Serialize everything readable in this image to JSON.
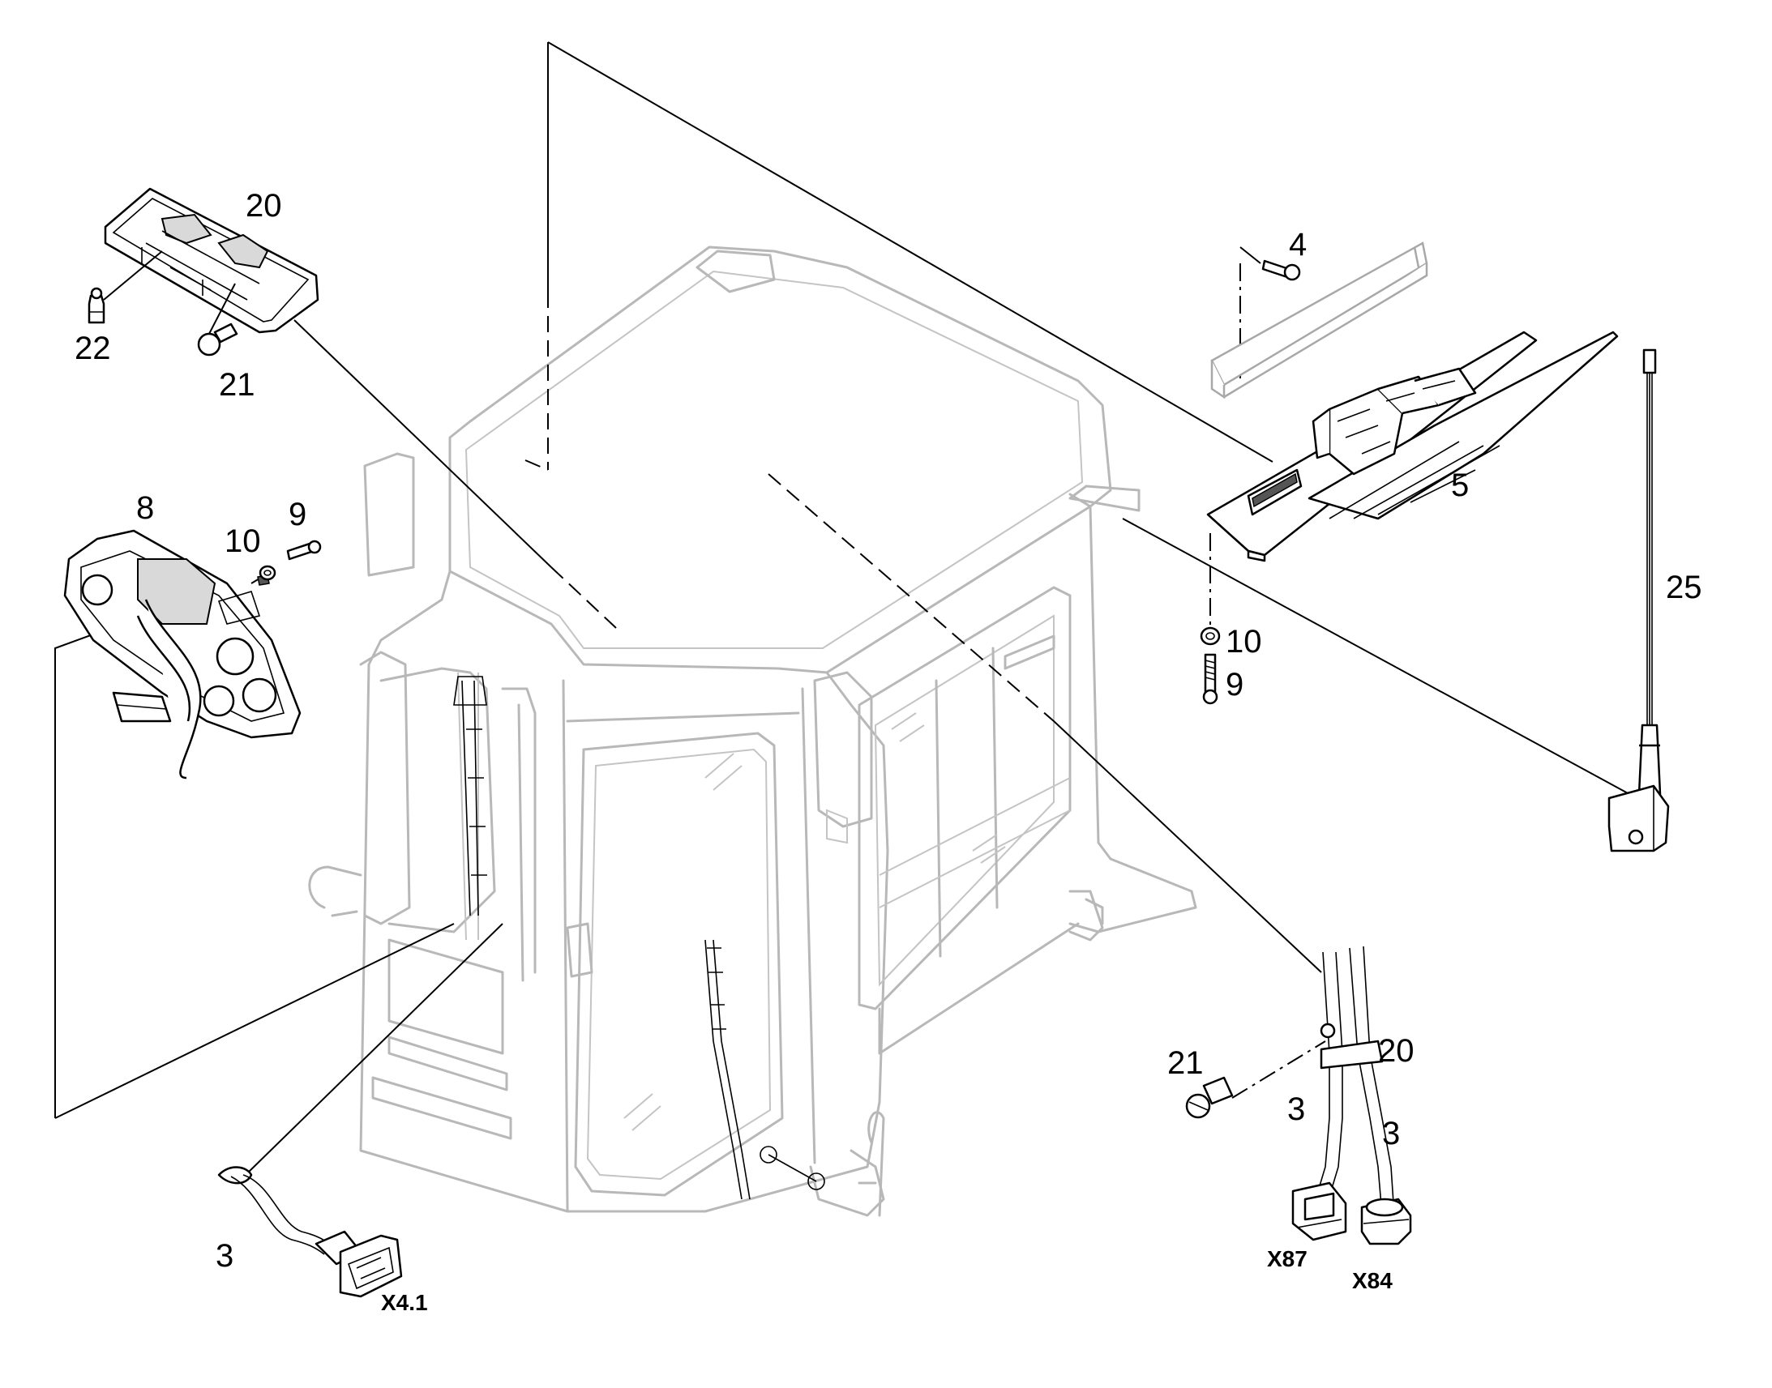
{
  "callouts": {
    "c20_top": "20",
    "c22": "22",
    "c21_top": "21",
    "c4": "4",
    "c5": "5",
    "c8": "8",
    "c9_left": "9",
    "c10_left": "10",
    "c10_right": "10",
    "c9_right": "9",
    "c25": "25",
    "c21_bottom": "21",
    "c20_bottom": "20",
    "c3_left": "3",
    "c3_mid": "3",
    "c3_right": "3"
  },
  "connectors": {
    "x41": "X4.1",
    "x87": "X87",
    "x84": "X84"
  }
}
